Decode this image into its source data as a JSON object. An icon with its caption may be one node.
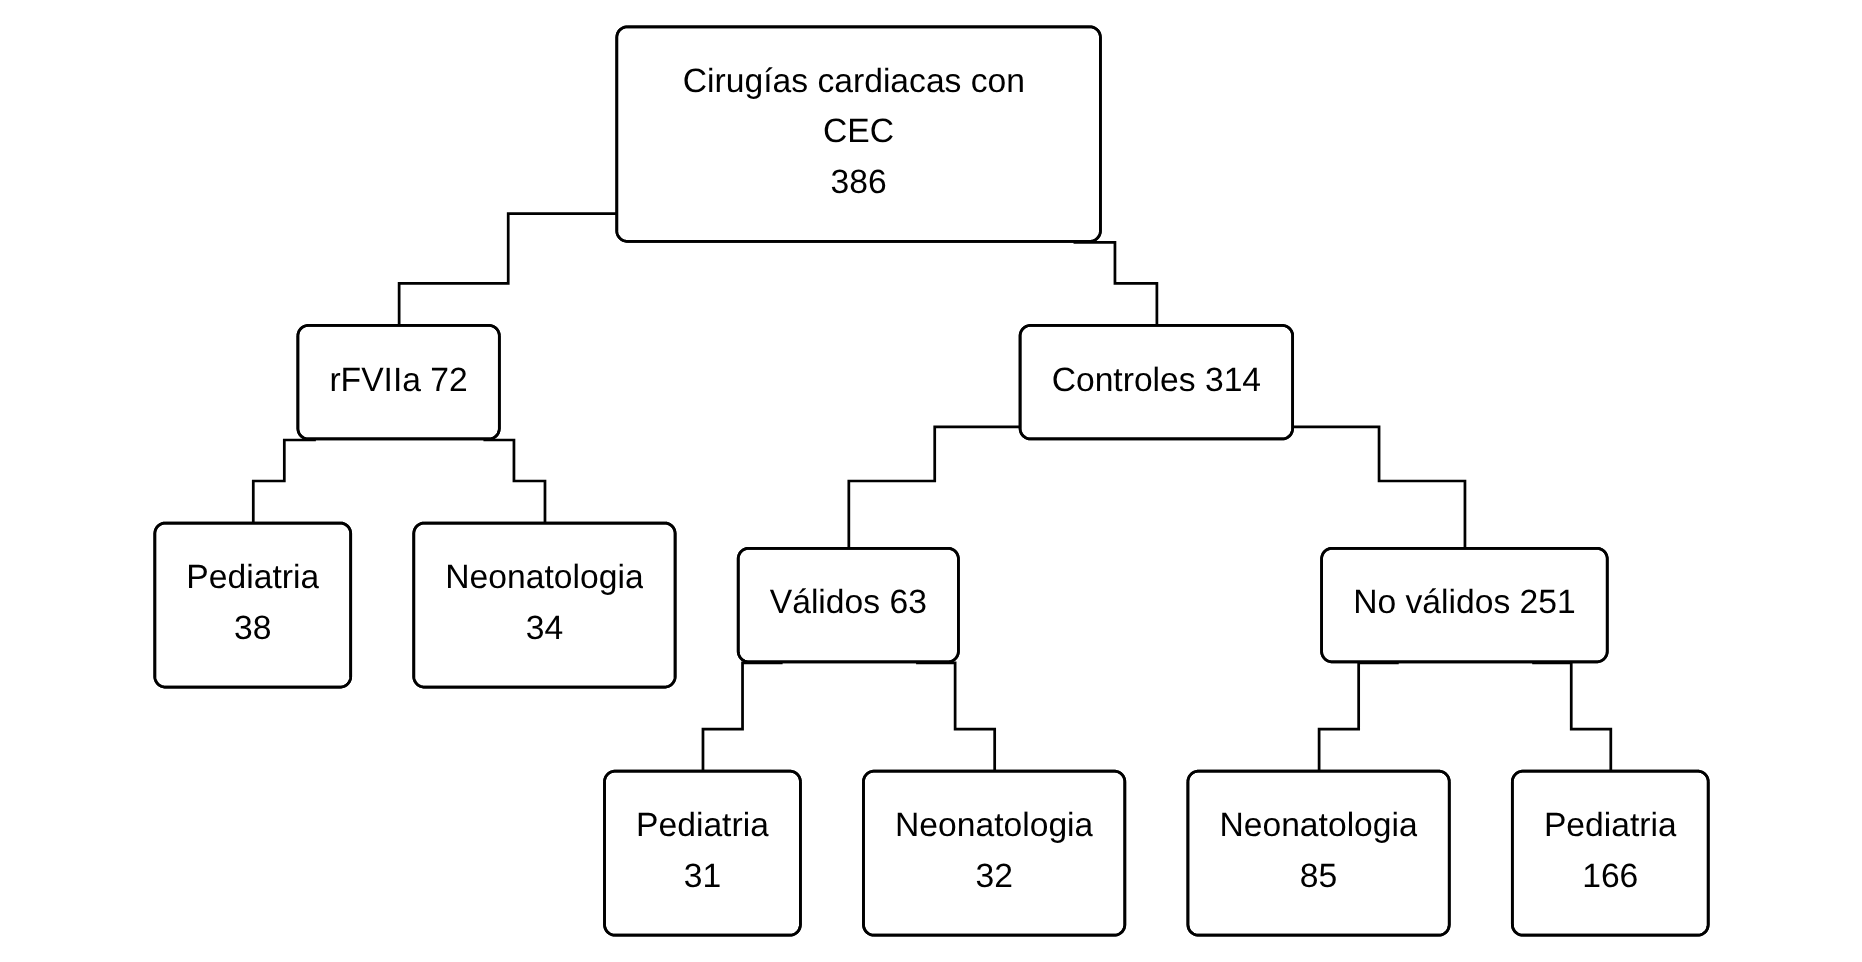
{
  "diagram": {
    "nodes": [
      {
        "text": [
          "Cirugías cardiacas con CEC",
          "386"
        ]
      },
      {
        "text": [
          "rFVIIa 72"
        ]
      },
      {
        "text": [
          "Controles 314"
        ]
      },
      {
        "text": [
          "Pediatria",
          "38"
        ]
      },
      {
        "text": [
          "Neonatologia",
          "34"
        ]
      },
      {
        "text": [
          "Válidos 63"
        ]
      },
      {
        "text": [
          "No válidos 251"
        ]
      },
      {
        "text": [
          "Pediatria",
          "31"
        ]
      },
      {
        "text": [
          "Neonatologia",
          "32"
        ]
      },
      {
        "text": [
          "Neonatologia",
          "85"
        ]
      },
      {
        "text": [
          "Pediatria",
          "166"
        ]
      }
    ],
    "edges": [
      {
        "from": 0,
        "to": 1,
        "arrow": "none"
      },
      {
        "from": 0,
        "to": 2,
        "arrow": "none"
      },
      {
        "from": 1,
        "to": 3,
        "arrow": "none"
      },
      {
        "from": 1,
        "to": 4,
        "arrow": "none"
      },
      {
        "from": 2,
        "to": 5,
        "arrow": "none"
      },
      {
        "from": 2,
        "to": 6,
        "arrow": "none"
      },
      {
        "from": 5,
        "to": 7,
        "arrow": "none"
      },
      {
        "from": 5,
        "to": 8,
        "arrow": "none"
      },
      {
        "from": 6,
        "to": 9,
        "arrow": "none"
      },
      {
        "from": 6,
        "to": 10,
        "arrow": "none"
      }
    ]
  }
}
